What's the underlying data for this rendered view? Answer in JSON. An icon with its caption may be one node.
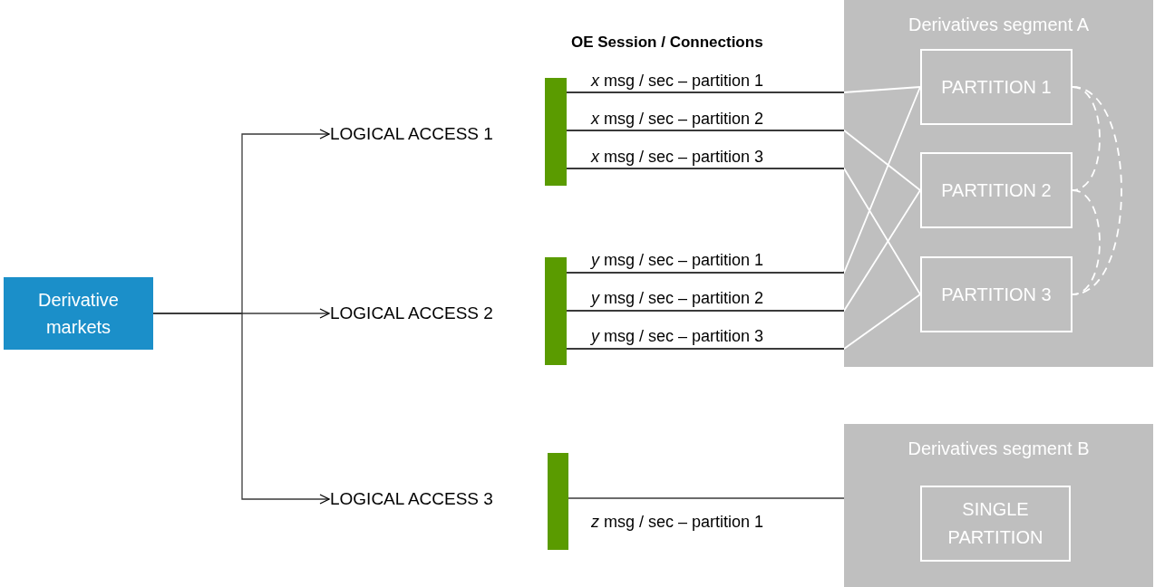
{
  "diagram": {
    "nodes": [
      {
        "text": [
          "Derivative markets"
        ]
      },
      {
        "text": [
          "LOGICAL ACCESS 1"
        ]
      },
      {
        "text": [
          "LOGICAL ACCESS 2"
        ]
      },
      {
        "text": [
          "LOGICAL ACCESS 3"
        ]
      },
      {
        "text": [],
        "shape": "bar"
      },
      {
        "text": [],
        "shape": "bar"
      },
      {
        "text": [],
        "shape": "bar"
      },
      {
        "text": [
          "Derivatives segment A"
        ]
      },
      {
        "text": [
          "PARTITION 1"
        ],
        "in": 7
      },
      {
        "text": [
          "PARTITION 2"
        ],
        "in": 7
      },
      {
        "text": [
          "PARTITION 3"
        ],
        "in": 7
      },
      {
        "text": [
          "Derivatives segment B"
        ]
      },
      {
        "text": [
          "SINGLE PARTITION"
        ],
        "in": 11
      }
    ],
    "edges": [
      {
        "from": 0,
        "to": 1,
        "arrow": "to"
      },
      {
        "from": 0,
        "to": 2,
        "arrow": "to"
      },
      {
        "from": 0,
        "to": 3,
        "arrow": "to"
      },
      {
        "from": 4,
        "to": 8,
        "arrow": "none",
        "label": "*x* msg / sec – partition 1"
      },
      {
        "from": 4,
        "to": 9,
        "arrow": "none",
        "label": "*x* msg / sec – partition 2"
      },
      {
        "from": 4,
        "to": 10,
        "arrow": "none",
        "label": "*x* msg / sec – partition 3"
      },
      {
        "from": 5,
        "to": 8,
        "arrow": "none",
        "label": "*y* msg / sec – partition 1"
      },
      {
        "from": 5,
        "to": 9,
        "arrow": "none",
        "label": "*y* msg / sec – partition 2"
      },
      {
        "from": 5,
        "to": 10,
        "arrow": "none",
        "label": "*y* msg / sec – partition 3"
      },
      {
        "from": 6,
        "to": 11,
        "arrow": "none",
        "label": "*z* msg / sec – partition 1"
      },
      {
        "from": 8,
        "to": 9,
        "arrow": "none",
        "style": "dashed",
        "color": "#ffffff"
      },
      {
        "from": 9,
        "to": 10,
        "arrow": "none",
        "style": "dashed",
        "color": "#ffffff"
      },
      {
        "from": 8,
        "to": 10,
        "arrow": "none",
        "style": "dashed",
        "color": "#ffffff"
      }
    ],
    "labels": [
      "OE Session / Connections"
    ]
  }
}
